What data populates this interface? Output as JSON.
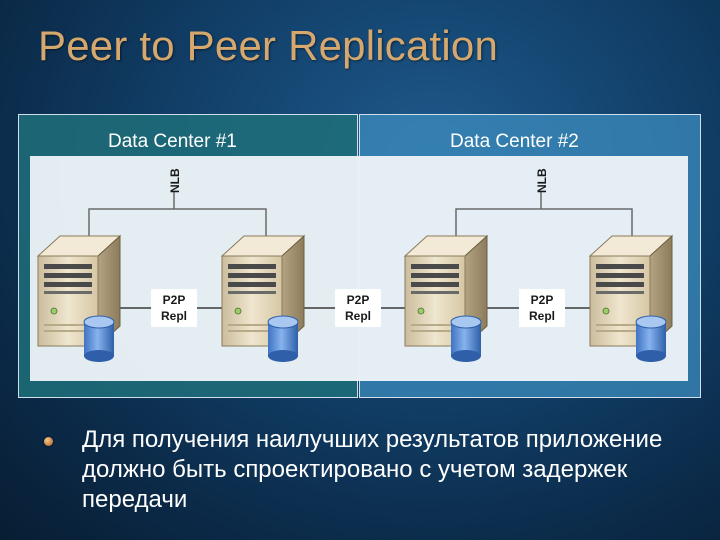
{
  "slide": {
    "title": "Peer to Peer Replication",
    "bullet": "Для получения наилучших результатов приложение должно быть спроектировано с учетом задержек передачи"
  },
  "data_centers": [
    {
      "label": "Data Center #1",
      "nlb_label": "NLB",
      "repl_label": [
        "P2P",
        "Repl"
      ]
    },
    {
      "label": "Data Center #2",
      "nlb_label": "NLB",
      "repl_label": [
        "P2P",
        "Repl"
      ]
    }
  ],
  "cross_link": {
    "label": [
      "P2P",
      "Repl"
    ]
  },
  "colors": {
    "title": "#d7a86e",
    "dc1_panel": "#1f6e7a",
    "dc2_panel": "#3c8cbe",
    "server_body": "#e8dcc0",
    "database": "#5b8fd6"
  }
}
